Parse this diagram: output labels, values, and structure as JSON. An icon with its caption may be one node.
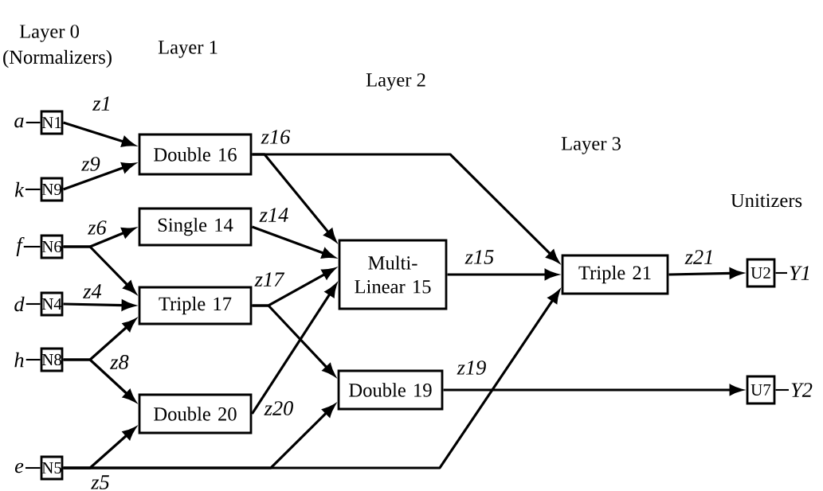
{
  "diagram": {
    "nodes": [
      {
        "text": [
          "a"
        ]
      },
      {
        "text": [
          "N1"
        ]
      },
      {
        "text": [
          "k"
        ]
      },
      {
        "text": [
          "N9"
        ]
      },
      {
        "text": [
          "f"
        ]
      },
      {
        "text": [
          "N6"
        ]
      },
      {
        "text": [
          "d"
        ]
      },
      {
        "text": [
          "N4"
        ]
      },
      {
        "text": [
          "h"
        ]
      },
      {
        "text": [
          "N8"
        ]
      },
      {
        "text": [
          "e"
        ]
      },
      {
        "text": [
          "N5"
        ]
      },
      {
        "text": [
          "Double 16"
        ]
      },
      {
        "text": [
          "Single 14"
        ]
      },
      {
        "text": [
          "Triple 17"
        ]
      },
      {
        "text": [
          "Double 20"
        ]
      },
      {
        "text": [
          "Multi- Linear 15"
        ]
      },
      {
        "text": [
          "Double 19"
        ]
      },
      {
        "text": [
          "Triple 21"
        ]
      },
      {
        "text": [
          "U2"
        ]
      },
      {
        "text": [
          "Y1"
        ]
      },
      {
        "text": [
          "U7"
        ]
      },
      {
        "text": [
          "Y2"
        ]
      }
    ],
    "edges": [
      {
        "from": 0,
        "to": 1,
        "arrow": "none"
      },
      {
        "from": 2,
        "to": 3,
        "arrow": "none"
      },
      {
        "from": 4,
        "to": 5,
        "arrow": "none"
      },
      {
        "from": 6,
        "to": 7,
        "arrow": "none"
      },
      {
        "from": 8,
        "to": 9,
        "arrow": "none"
      },
      {
        "from": 10,
        "to": 11,
        "arrow": "none"
      },
      {
        "from": 1,
        "to": 12,
        "arrow": "to",
        "label": "z1"
      },
      {
        "from": 3,
        "to": 12,
        "arrow": "to",
        "label": "z9"
      },
      {
        "from": 5,
        "to": 13,
        "arrow": "to",
        "label": "z6"
      },
      {
        "from": 5,
        "to": 14,
        "arrow": "to"
      },
      {
        "from": 7,
        "to": 14,
        "arrow": "to",
        "label": "z4"
      },
      {
        "from": 9,
        "to": 14,
        "arrow": "to",
        "label": "z8"
      },
      {
        "from": 9,
        "to": 15,
        "arrow": "to"
      },
      {
        "from": 11,
        "to": 15,
        "arrow": "to",
        "label": "z5"
      },
      {
        "from": 11,
        "to": 17,
        "arrow": "to"
      },
      {
        "from": 11,
        "to": 18,
        "arrow": "to"
      },
      {
        "from": 12,
        "to": 16,
        "arrow": "to",
        "label": "z16"
      },
      {
        "from": 12,
        "to": 18,
        "arrow": "to"
      },
      {
        "from": 13,
        "to": 16,
        "arrow": "to",
        "label": "z14"
      },
      {
        "from": 14,
        "to": 16,
        "arrow": "to",
        "label": "z17"
      },
      {
        "from": 14,
        "to": 17,
        "arrow": "to"
      },
      {
        "from": 15,
        "to": 16,
        "arrow": "to",
        "label": "z20"
      },
      {
        "from": 16,
        "to": 18,
        "arrow": "to",
        "label": "z15"
      },
      {
        "from": 17,
        "to": 21,
        "arrow": "to",
        "label": "z19"
      },
      {
        "from": 18,
        "to": 19,
        "arrow": "to",
        "label": "z21"
      },
      {
        "from": 19,
        "to": 20,
        "arrow": "none"
      },
      {
        "from": 21,
        "to": 22,
        "arrow": "none"
      }
    ],
    "labels": [
      "Layer 0",
      "Layer 1",
      "(Normalizers)",
      "Layer 2",
      "Layer 3",
      "Unitizers"
    ]
  }
}
